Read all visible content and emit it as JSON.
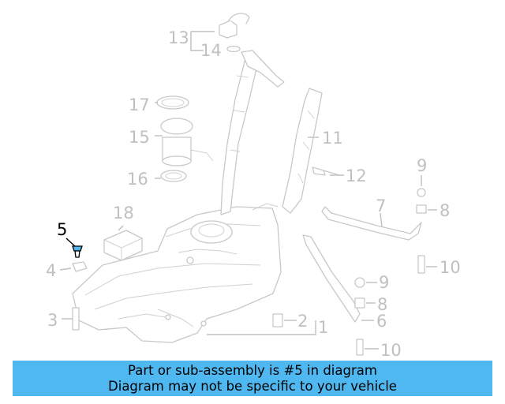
{
  "diagram": {
    "labels": [
      "13",
      "14",
      "17",
      "15",
      "16",
      "18",
      "5",
      "4",
      "3",
      "11",
      "12",
      "9",
      "8",
      "7",
      "10",
      "9",
      "8",
      "6",
      "10",
      "2",
      "1"
    ],
    "highlighted_part": "5",
    "colors": {
      "label": "#c0c0c0",
      "highlight": "#000000",
      "banner": "#4fb8f0"
    }
  },
  "banner": {
    "line1": "Part or sub-assembly is #5 in diagram",
    "line2": "Diagram may not be specific to your vehicle"
  }
}
